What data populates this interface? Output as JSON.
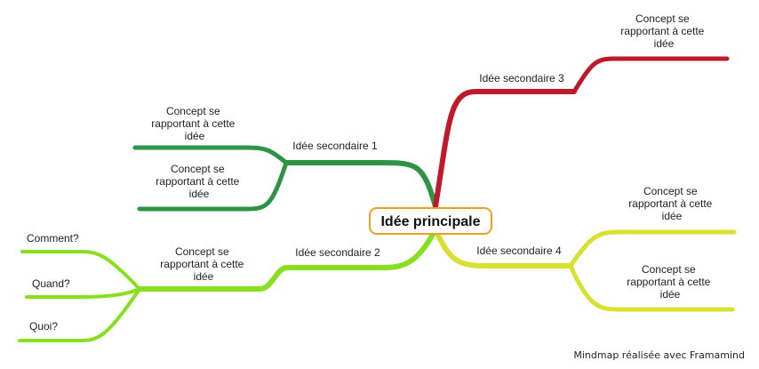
{
  "colors": {
    "branch1": "#2e9444",
    "branch2": "#86e01e",
    "branch3": "#c0192c",
    "branch4": "#d8e030",
    "center_border": "#e8a21f"
  },
  "center": {
    "label": "Idée principale"
  },
  "branches": {
    "b1": {
      "label": "Idée secondaire 1",
      "children": [
        {
          "lines": [
            "Concept  se",
            "rapportant  à  cette",
            "idée"
          ]
        },
        {
          "lines": [
            "Concept  se",
            "rapportant  à  cette",
            "idée"
          ]
        }
      ]
    },
    "b2": {
      "label": "Idée secondaire 2",
      "children": [
        {
          "lines": [
            "Concept  se",
            "rapportant  à  cette",
            "idée"
          ]
        }
      ],
      "leaves": [
        "Comment?",
        "Quand?",
        "Quoi?"
      ]
    },
    "b3": {
      "label": "Idée secondaire 3",
      "children": [
        {
          "lines": [
            "Concept  se",
            "rapportant  à  cette",
            "idée"
          ]
        }
      ]
    },
    "b4": {
      "label": "Idée secondaire 4",
      "children": [
        {
          "lines": [
            "Concept  se",
            "rapportant  à  cette",
            "idée"
          ]
        },
        {
          "lines": [
            "Concept  se",
            "rapportant  à  cette",
            "idée"
          ]
        }
      ]
    }
  },
  "footer": "Mindmap réalisée avec Framamind"
}
